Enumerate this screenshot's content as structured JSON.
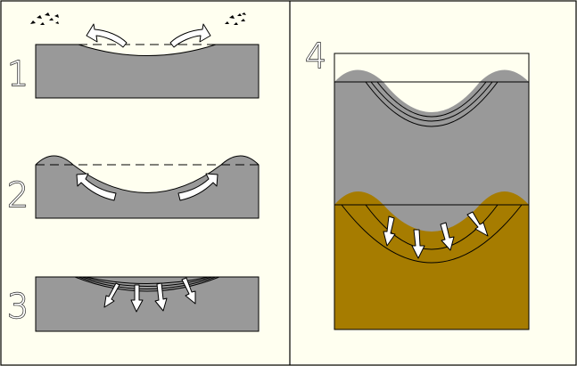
{
  "colors": {
    "background": "#fffff0",
    "rock": "#999999",
    "target": "#a67c00",
    "frame": "#000000",
    "arrow": "#ffffff",
    "ejecta": "#000000"
  },
  "panels": {
    "stage1": {
      "number": "1"
    },
    "stage2": {
      "number": "2"
    },
    "stage3": {
      "number": "3"
    },
    "stage4": {
      "number": "4"
    }
  }
}
